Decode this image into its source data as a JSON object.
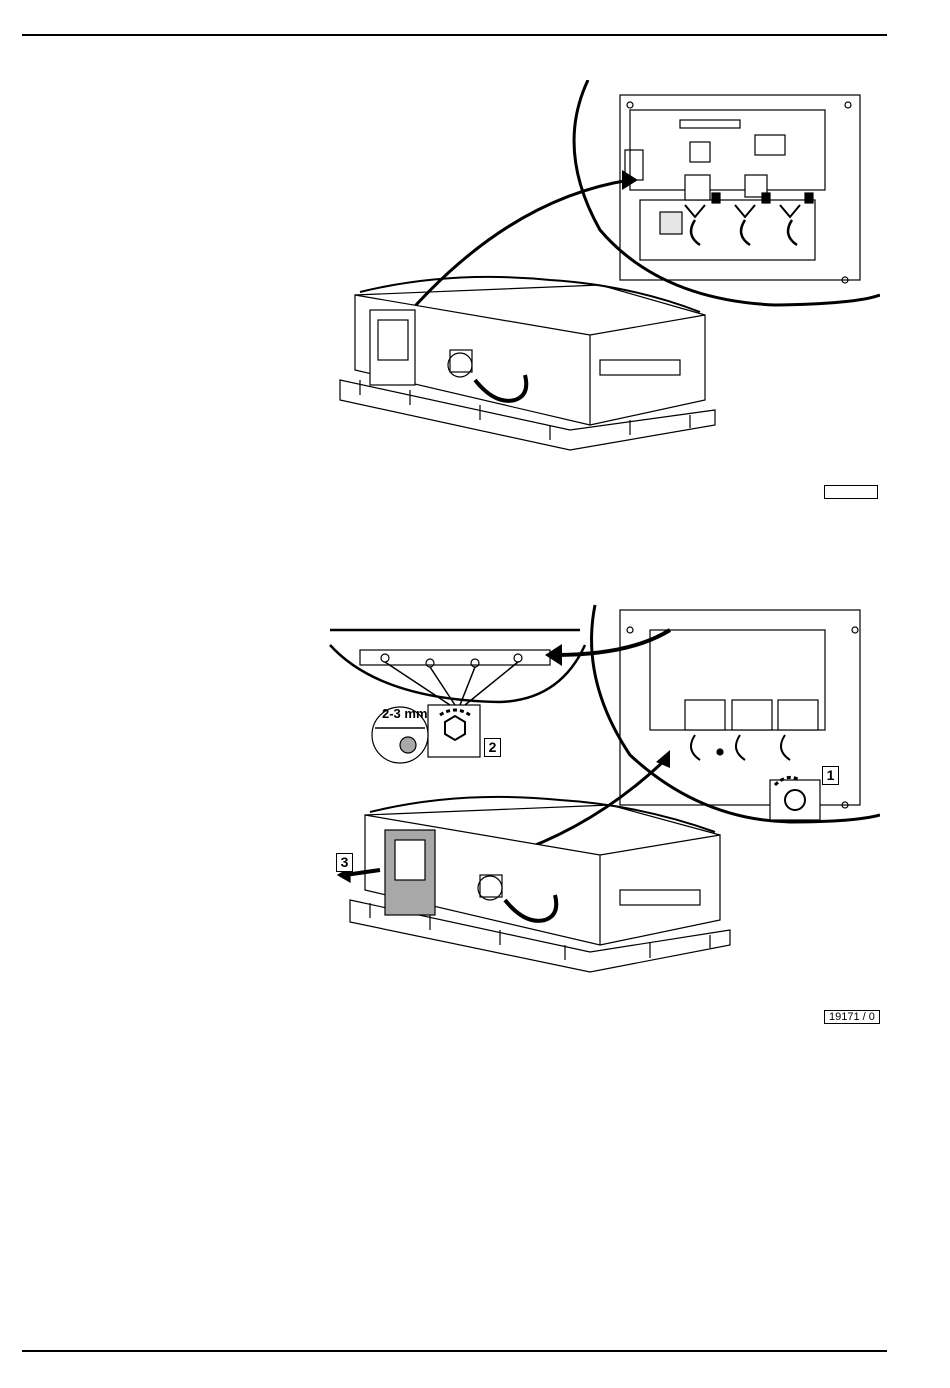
{
  "figure_1": {
    "reference": ""
  },
  "figure_2": {
    "reference": "19171 / 0",
    "steps": {
      "step_1": "1",
      "step_2": "2",
      "step_3": "3"
    },
    "dimension": "2-3 mm"
  },
  "colors": {
    "line": "#000000",
    "panel_fill": "#a8a8a8",
    "light_fill": "#e6e6e6"
  }
}
